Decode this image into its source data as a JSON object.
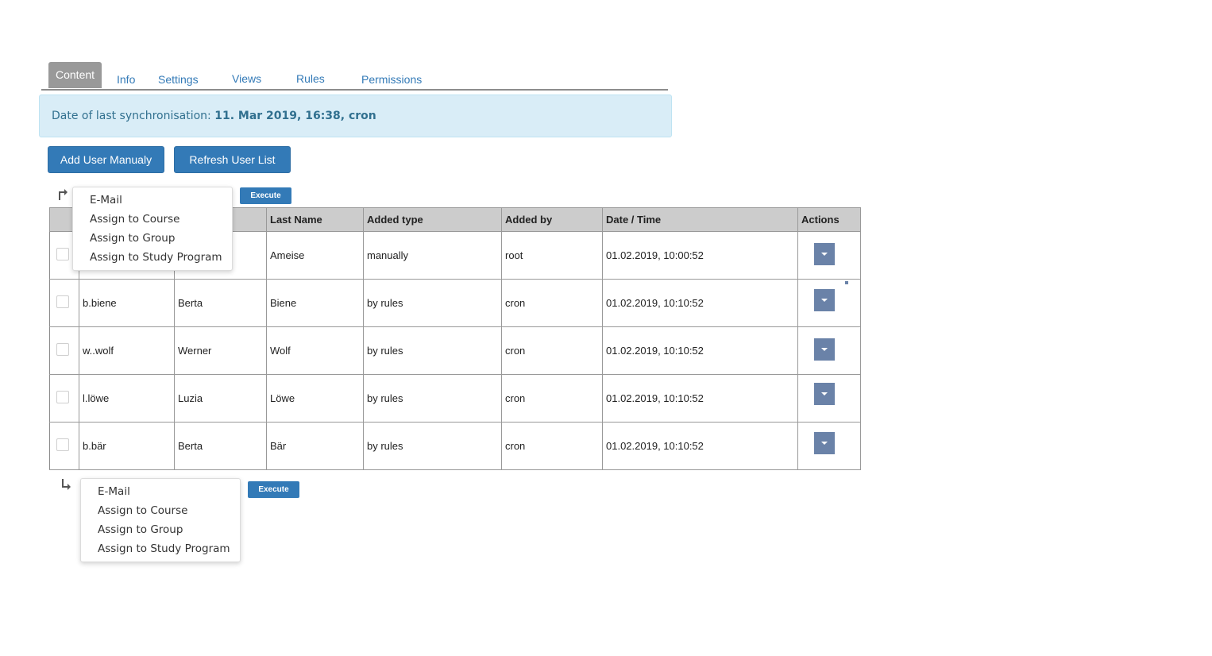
{
  "tabs": [
    {
      "label": "Content",
      "active": true
    },
    {
      "label": "Info"
    },
    {
      "label": "Settings"
    },
    {
      "label": "Views"
    },
    {
      "label": "Rules"
    },
    {
      "label": "Permissions"
    }
  ],
  "sync": {
    "label": "Date of last synchronisation:",
    "value": "11. Mar 2019, 16:38, cron"
  },
  "buttons": {
    "add_user": "Add User Manualy",
    "refresh": "Refresh User List",
    "execute": "Execute"
  },
  "bulk_actions": [
    "E-Mail",
    "Assign to Course",
    "Assign to Group",
    "Assign to Study Program"
  ],
  "table": {
    "headers": [
      "",
      "",
      "",
      "Last Name",
      "Added type",
      "Added by",
      "Date / Time",
      "Actions"
    ],
    "rows": [
      {
        "login": "",
        "first": "",
        "last": "Ameise",
        "type": "manually",
        "by": "root",
        "date": "01.02.2019, 10:00:52"
      },
      {
        "login": "b.biene",
        "first": "Berta",
        "last": "Biene",
        "type": "by rules",
        "by": "cron",
        "date": "01.02.2019, 10:10:52"
      },
      {
        "login": "w..wolf",
        "first": "Werner",
        "last": "Wolf",
        "type": "by rules",
        "by": "cron",
        "date": "01.02.2019, 10:10:52"
      },
      {
        "login": "l.löwe",
        "first": "Luzia",
        "last": "Löwe",
        "type": "by rules",
        "by": "cron",
        "date": "01.02.2019, 10:10:52"
      },
      {
        "login": "b.bär",
        "first": "Berta",
        "last": "Bär",
        "type": "by rules",
        "by": "cron",
        "date": "01.02.2019, 10:10:52"
      }
    ]
  },
  "colors": {
    "primary": "#337ab7",
    "info_bg": "#d9edf7",
    "action_btn": "#6a82a8",
    "active_tab": "#999999"
  },
  "icons": {
    "top_arrow": "arrow-turn-up-right-icon",
    "bottom_arrow": "arrow-turn-down-right-icon",
    "caret": "caret-down-icon"
  }
}
